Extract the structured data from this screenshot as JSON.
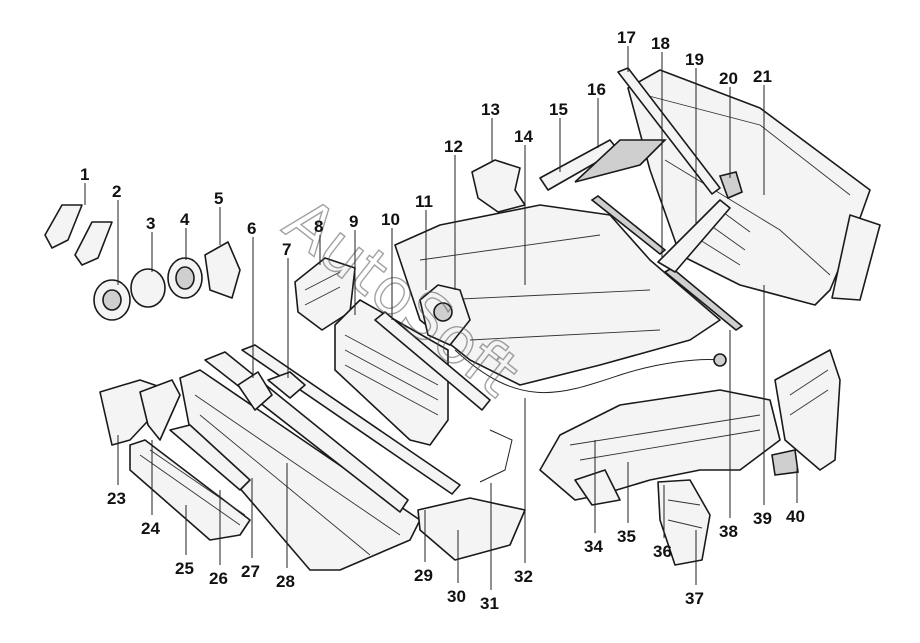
{
  "watermark": "AutoSoft",
  "callouts": {
    "c1": "1",
    "c2": "2",
    "c3": "3",
    "c4": "4",
    "c5": "5",
    "c6": "6",
    "c7": "7",
    "c8": "8",
    "c9": "9",
    "c10": "10",
    "c11": "11",
    "c12": "12",
    "c13": "13",
    "c14": "14",
    "c15": "15",
    "c16": "16",
    "c17": "17",
    "c18": "18",
    "c19": "19",
    "c20": "20",
    "c21": "21",
    "c23": "23",
    "c24": "24",
    "c25": "25",
    "c26": "26",
    "c27": "27",
    "c28": "28",
    "c29": "29",
    "c30": "30",
    "c31": "31",
    "c32": "32",
    "c34": "34",
    "c35": "35",
    "c36": "36",
    "c37": "37",
    "c38": "38",
    "c39": "39",
    "c40": "40"
  }
}
